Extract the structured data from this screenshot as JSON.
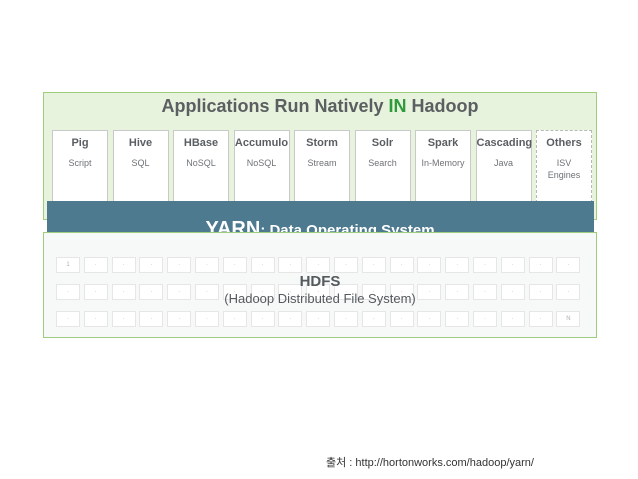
{
  "applications": {
    "title_pre": "Applications Run Natively ",
    "title_highlight": "IN",
    "title_post": " Hadoop",
    "items": [
      {
        "name": "Pig",
        "sub": "Script"
      },
      {
        "name": "Hive",
        "sub": "SQL"
      },
      {
        "name": "HBase",
        "sub": "NoSQL"
      },
      {
        "name": "Accumulo",
        "sub": "NoSQL"
      },
      {
        "name": "Storm",
        "sub": "Stream"
      },
      {
        "name": "Solr",
        "sub": "Search"
      },
      {
        "name": "Spark",
        "sub": "In-Memory"
      },
      {
        "name": "Cascading",
        "sub": "Java"
      },
      {
        "name": "Others",
        "sub": "ISV\nEngines"
      }
    ]
  },
  "yarn": {
    "title": "YARN",
    "subtitle": ": Data Operating System"
  },
  "hdfs": {
    "title": "HDFS",
    "subtitle": "(Hadoop Distributed File System)",
    "first_node_label": "1",
    "last_node_label": "N"
  },
  "caption": "출처 : http://hortonworks.com/hadoop/yarn/",
  "colors": {
    "apps_panel_bg": "#e7f3dc",
    "panel_border": "#9fcd7e",
    "highlight": "#2f9a3c",
    "yarn_bar": "#4d7a8f"
  }
}
